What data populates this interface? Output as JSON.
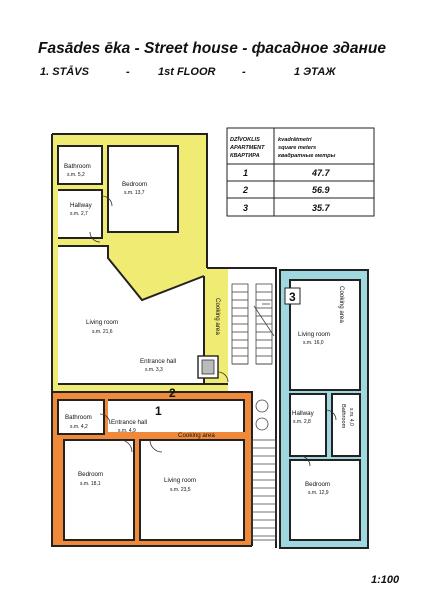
{
  "title": "Fasādes ēka - Street house - фасадное здание",
  "subtitle": {
    "floor_lv": "1. STĀVS",
    "sep1": "-",
    "floor_en": "1st FLOOR",
    "sep2": "-",
    "floor_ru": "1 ЭТАЖ"
  },
  "table": {
    "header_left": [
      "DZĪVOKLIS",
      "APARTMENT",
      "КВАРТИРА"
    ],
    "header_right": [
      "kvadrātmetri",
      "square meters",
      "квадратные метры"
    ],
    "rows": [
      {
        "apt": "1",
        "area": "47.7"
      },
      {
        "apt": "2",
        "area": "56.9"
      },
      {
        "apt": "3",
        "area": "35.7"
      }
    ]
  },
  "markers": {
    "apt1": "1",
    "apt2": "2",
    "apt3": "3"
  },
  "rooms": {
    "bathroom_top": {
      "name": "Bathroom",
      "area": "s.m. 5,2"
    },
    "bedroom_top": {
      "name": "Bedroom",
      "area": "s.m. 13,7"
    },
    "hallway_top": {
      "name": "Hallway",
      "area": "s.m. 2,7"
    },
    "living_top": {
      "name": "Living room",
      "area": "s.m. 21,6"
    },
    "cooking_left": {
      "name": "Cooking area"
    },
    "entrance_top": {
      "name": "Entrance hall",
      "area": "s.m. 3,3"
    },
    "bathroom_bot": {
      "name": "Bathroom",
      "area": "s.m. 4,2"
    },
    "entrance_bot": {
      "name": "Entrance hall",
      "area": "s.m. 4,9"
    },
    "cooking_bot": {
      "name": "Cooking area"
    },
    "bedroom_bot": {
      "name": "Bedroom",
      "area": "s.m. 18,1"
    },
    "living_bot": {
      "name": "Living room",
      "area": "s.m. 23,5"
    },
    "cooking_right": {
      "name": "Cooking area"
    },
    "living_right": {
      "name": "Living room",
      "area": "s.m. 16,0"
    },
    "hallway_right": {
      "name": "Hallway",
      "area": "s.m. 2,8"
    },
    "bathroom_right": {
      "name": "Bathroom",
      "area": "s.m. 4,0"
    },
    "bedroom_right": {
      "name": "Bedroom",
      "area": "s.m. 12,9"
    }
  },
  "scale": "1:100",
  "colors": {
    "apartment_1": "#f0eb72",
    "apartment_2": "#f08a3a",
    "apartment_3": "#9fd8de",
    "wall": "#222222",
    "floor": "#ffffff"
  }
}
